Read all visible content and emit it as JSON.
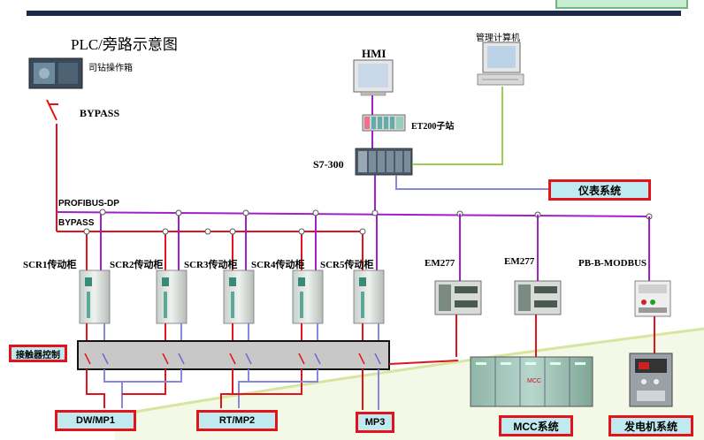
{
  "title": "PLC/旁路示意图",
  "labels": {
    "operator_box": "司钻操作箱",
    "bypass_top": "BYPASS",
    "hmi": "HMI",
    "mgmt_pc": "管理计算机",
    "et200": "ET200子站",
    "s7300": "S7-300",
    "profibus": "PROFIBUS-DP",
    "bypass_bus": "BYPASS",
    "scr1": "SCR1传动柜",
    "scr2": "SCR2传动柜",
    "scr3": "SCR3传动柜",
    "scr4": "SCR4传动柜",
    "scr5": "SCR5传动柜",
    "em277_1": "EM277",
    "em277_2": "EM277",
    "pb_modbus": "PB-B-MODBUS",
    "mcc_panel": "MCC"
  },
  "boxes": {
    "instrument": "仪表系统",
    "contactor": "接触器控制",
    "dwmp1": "DW/MP1",
    "rtmp2": "RT/MP2",
    "mp3": "MP3",
    "mcc_system": "MCC系统",
    "generator": "发电机系统"
  },
  "colors": {
    "profibus": "#a020c8",
    "bypass": "#e0141a",
    "ethernet": "#9ccc50",
    "signal": "#8888e0",
    "box_fill": "#bfeaf0",
    "box_border": "#e0141a"
  }
}
